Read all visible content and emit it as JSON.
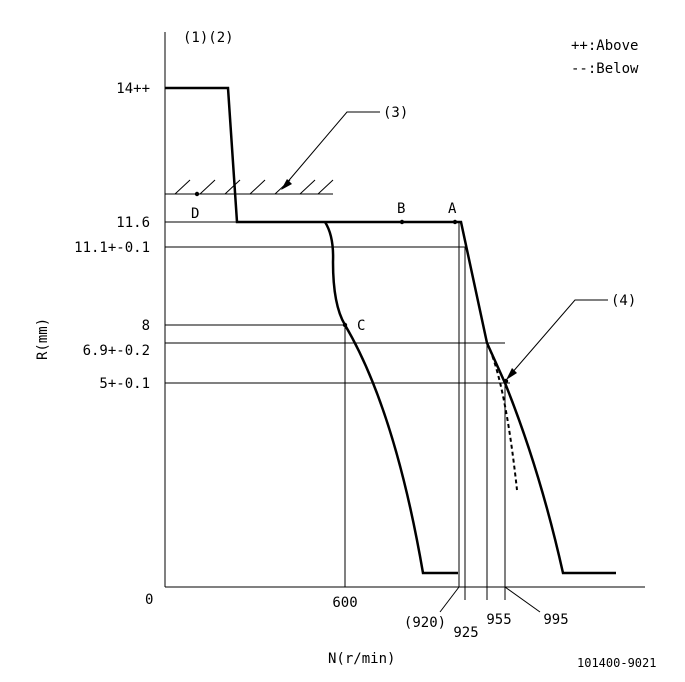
{
  "axes": {
    "y_label": "R(mm)",
    "x_label": "N(r/min)",
    "origin_label": "0",
    "y_ticks": [
      "14++",
      "11.6",
      "11.1+-0.1",
      "8",
      "6.9+-0.2",
      "5+-0.1"
    ],
    "x_ticks": [
      "600",
      "(920)",
      "925",
      "955",
      "995"
    ]
  },
  "top_note": "(1)(2)",
  "legend": {
    "above": "++:Above",
    "below": "--:Below"
  },
  "callouts": {
    "c3": "(3)",
    "c4": "(4)"
  },
  "points": {
    "a": "A",
    "b": "B",
    "c": "C",
    "d": "D"
  },
  "doc_number": "101400-9021"
}
